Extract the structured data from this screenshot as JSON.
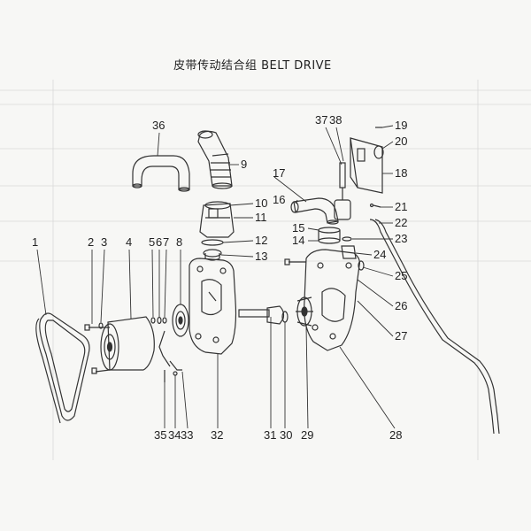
{
  "title": "皮带传动结合组   BELT DRIVE",
  "callouts": {
    "c1": "1",
    "c2": "2",
    "c3": "3",
    "c4": "4",
    "c5": "5",
    "c6": "6",
    "c7": "7",
    "c8": "8",
    "c9": "9",
    "c10": "10",
    "c11": "11",
    "c12": "12",
    "c13": "13",
    "c14": "14",
    "c15": "15",
    "c16": "16",
    "c17": "17",
    "c18": "18",
    "c19": "19",
    "c20": "20",
    "c21": "21",
    "c22": "22",
    "c23": "23",
    "c24": "24",
    "c25": "25",
    "c26": "26",
    "c27": "27",
    "c28": "28",
    "c29": "29",
    "c30": "30",
    "c31": "31",
    "c32": "32",
    "c33": "33",
    "c34": "34",
    "c35": "35",
    "c36": "36",
    "c37": "37",
    "c38": "38"
  },
  "colors": {
    "line": "#333333",
    "paper": "#f7f7f5",
    "faint_table": "#d8d8d8"
  }
}
